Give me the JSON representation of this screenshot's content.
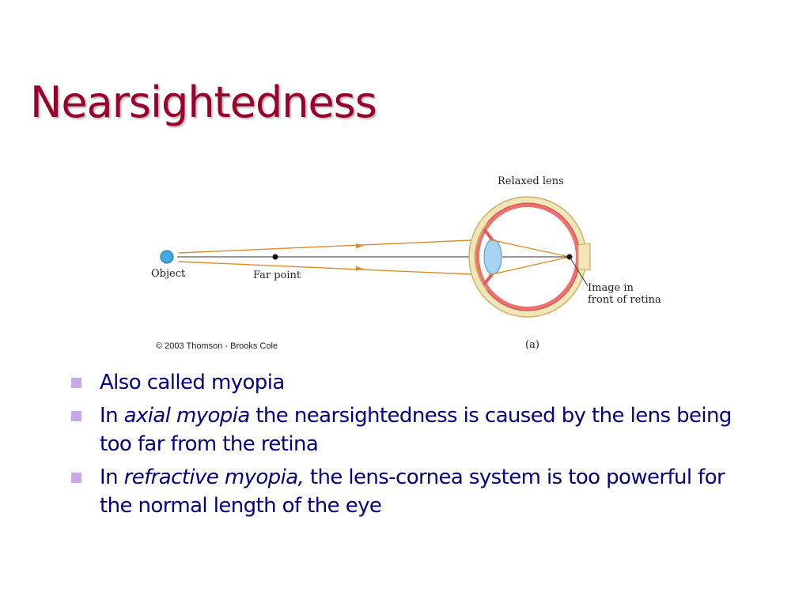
{
  "slide": {
    "title": "Nearsightedness"
  },
  "figure": {
    "caption_top": "Relaxed lens",
    "label_object": "Object",
    "label_far_point": "Far point",
    "label_image_line1": "Image in",
    "label_image_line2": "front of retina",
    "credit": "© 2003 Thomson - Brooks Cole",
    "panel_label": "(a)"
  },
  "bullets": [
    {
      "text": "Also called myopia"
    },
    {
      "prefix": "In ",
      "italic": "axial myopia",
      "suffix": " the nearsightedness is caused by the lens being too far from the retina"
    },
    {
      "prefix": "In ",
      "italic": "refractive myopia,",
      "suffix": " the lens-cornea system is too powerful for the normal length of the eye"
    }
  ],
  "colors": {
    "title": "#99002b",
    "body_text": "#000080",
    "bullet_marker": "#c9a8e8",
    "ray": "#d98c2a",
    "object": "#3fa9e0",
    "eye_outer": "#e8d9a0",
    "eye_inner": "#e35a5a"
  }
}
